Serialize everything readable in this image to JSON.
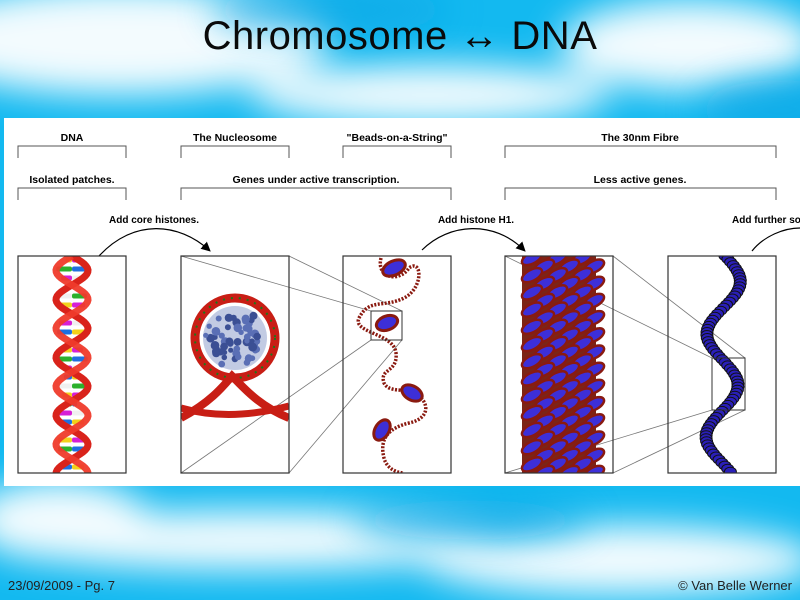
{
  "slide": {
    "title": "Chromosome ↔ DNA",
    "footer_date": "23/09/2009 - Pg. 7",
    "footer_author": "© Van Belle Werner"
  },
  "figure": {
    "headers": [
      "DNA",
      "The Nucleosome",
      "\"Beads-on-a-String\"",
      "The 30nm Fibre"
    ],
    "subheaders": [
      "Isolated patches.",
      "Genes under active transcription.",
      "Less active genes."
    ],
    "arrow_labels": [
      "Add core histones.",
      "Add histone H1.",
      "Add further so"
    ]
  },
  "colors": {
    "bg_cyan": "#00b7f0",
    "dna_red": "#e1231b",
    "histone_blue": "#3d2fd8",
    "bead_red": "#8a1a10"
  }
}
